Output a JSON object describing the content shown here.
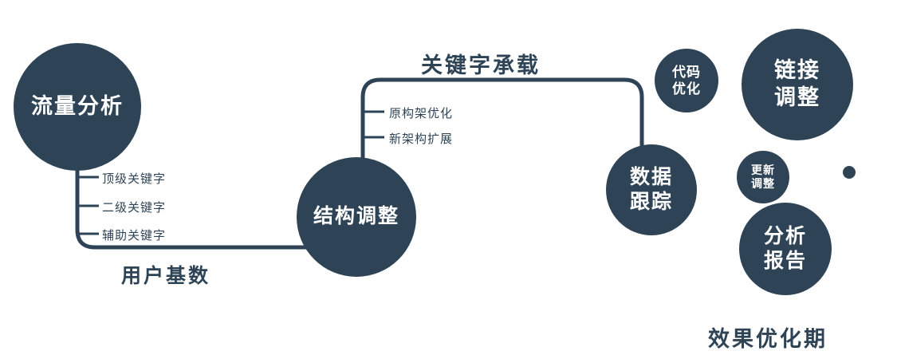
{
  "diagram": {
    "accent_color": "#2e4456",
    "nodes": {
      "traffic": {
        "label": "流量分析"
      },
      "structure": {
        "label": "结构调整"
      },
      "data_tracking": {
        "label": "数据\n跟踪"
      },
      "code_opt": {
        "label": "代码\n优化"
      },
      "link_adjust": {
        "label": "链接\n调整"
      },
      "update_adjust": {
        "label": "更新\n调整"
      },
      "analysis_report": {
        "label": "分析\n报告"
      }
    },
    "edges": {
      "user_base_label": "用户基数",
      "keyword_carry_label": "关键字承载"
    },
    "ticks_left": [
      "顶级关键字",
      "二级关键字",
      "辅助关键字"
    ],
    "ticks_mid": [
      "原构架优化",
      "新架构扩展"
    ],
    "footer": "效果优化期"
  }
}
